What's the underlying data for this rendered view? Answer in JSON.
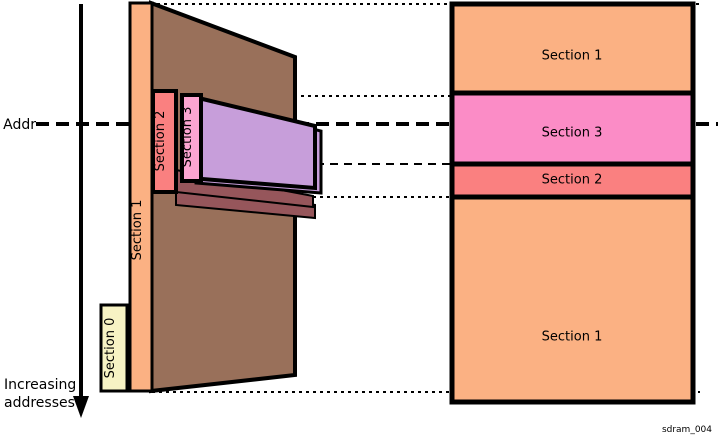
{
  "figure": {
    "caption": "sdram_004",
    "axis_label_top": "Addr",
    "axis_label_bottom_line1": "Increasing",
    "axis_label_bottom_line2": "addresses"
  },
  "left_column": {
    "section1_label": "Section 1",
    "section0_label": "Section 0"
  },
  "middle": {
    "section2_label": "Section 2",
    "section3_label": "Section 3"
  },
  "right_panel": {
    "blocks": [
      {
        "label": "Section 1",
        "color": "#FBB183"
      },
      {
        "label": "Section 3",
        "color": "#FB8CC6"
      },
      {
        "label": "Section 2",
        "color": "#FA8080"
      },
      {
        "label": "Section 1",
        "color": "#FBB183"
      }
    ]
  },
  "colors": {
    "orange": "#FBB183",
    "pink": "#FB8CC6",
    "pink_light": "#FCA5D2",
    "salmon": "#FA8080",
    "brown": "#99705A",
    "brown_dark": "#96565B",
    "purple": "#C79EDA",
    "cream": "#F7F3C4",
    "outline": "#000000",
    "background": "#FFFFFF"
  }
}
